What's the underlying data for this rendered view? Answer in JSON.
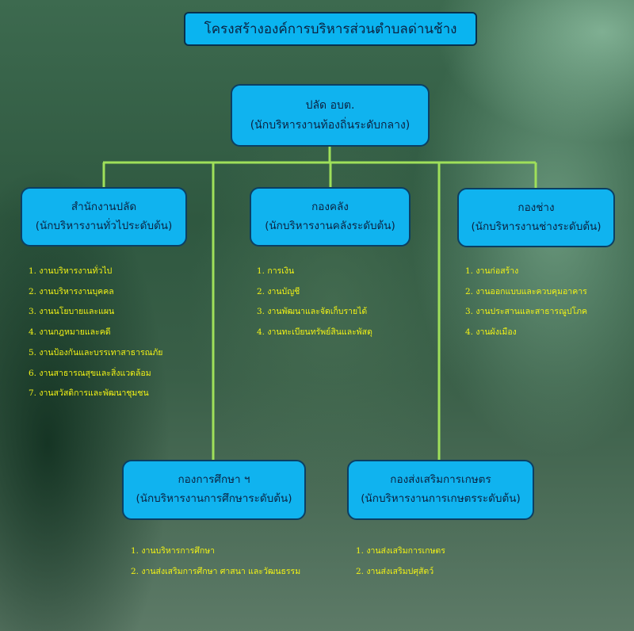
{
  "title": "โครงสร้างองค์การบริหารส่วนตำบลด่านช้าง",
  "top": {
    "name": "ปลัด อบต.",
    "subtitle": "(นักบริหารงานท้องถิ่นระดับกลาง)"
  },
  "departments": [
    {
      "name": "สำนักงานปลัด",
      "subtitle": "(นักบริหารงานทั่วไประดับต้น)",
      "tasks": [
        "1. งานบริหารงานทั่วไป",
        "2. งานบริหารงานบุคคล",
        "3. งานนโยบายและแผน",
        "4. งานกฎหมายและคดี",
        "5. งานป้องกันและบรรเทาสาธารณภัย",
        "6. งานสาธารณสุขและสิ่งแวดล้อม",
        "7. งานสวัสดิการและพัฒนาชุมชน"
      ]
    },
    {
      "name": "กองคลัง",
      "subtitle": "(นักบริหารงานคลังระดับต้น)",
      "tasks": [
        "1. การเงิน",
        "2. งานบัญชี",
        "3. งานพัฒนาและจัดเก็บรายได้",
        "4. งานทะเบียนทรัพย์สินและพัสดุ"
      ]
    },
    {
      "name": "กองช่าง",
      "subtitle": "(นักบริหารงานช่างระดับต้น)",
      "tasks": [
        "1. งานก่อสร้าง",
        "2. งานออกแบบและควบคุมอาคาร",
        "3. งานประสานและสาธารณูปโภค",
        "4. งานผังเมือง"
      ]
    },
    {
      "name": "กองการศึกษา ฯ",
      "subtitle": "(นักบริหารงานการศึกษาระดับต้น)",
      "tasks": [
        "1. งานบริหารการศึกษา",
        "2. งานส่งเสริมการศึกษา ศาสนา และวัฒนธรรม"
      ]
    },
    {
      "name": "กองส่งเสริมการเกษตร",
      "subtitle": "(นักบริหารงานการเกษตรระดับต้น)",
      "tasks": [
        "1. งานส่งเสริมการเกษตร",
        "2. งานส่งเสริมปศุสัตว์"
      ]
    }
  ],
  "colors": {
    "box_fill": "#10b3ef",
    "box_border": "#0b3f63",
    "connector": "#9fe05a",
    "task_text": "#f2f216",
    "box_text": "#0b2342"
  }
}
